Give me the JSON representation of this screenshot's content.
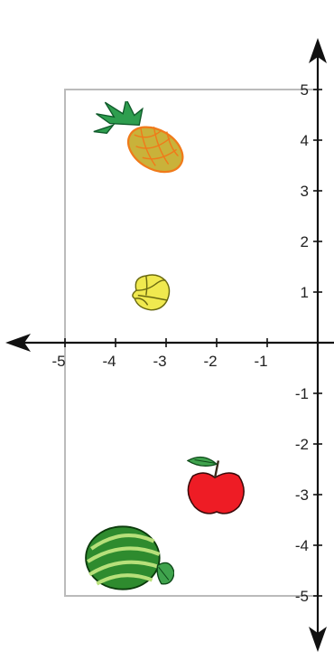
{
  "grid": {
    "x_range": [
      -5,
      0
    ],
    "y_range": [
      -5,
      5
    ],
    "frame_color": "#bbbbbb",
    "axis_color": "#111111"
  },
  "x_ticks": [
    {
      "value": -5,
      "label": "-5"
    },
    {
      "value": -4,
      "label": "-4"
    },
    {
      "value": -3,
      "label": "-3"
    },
    {
      "value": -2,
      "label": "-2"
    },
    {
      "value": -1,
      "label": "-1"
    }
  ],
  "y_ticks": [
    {
      "value": 5,
      "label": "5"
    },
    {
      "value": 4,
      "label": "4"
    },
    {
      "value": 3,
      "label": "3"
    },
    {
      "value": 2,
      "label": "2"
    },
    {
      "value": 1,
      "label": "1"
    },
    {
      "value": -1,
      "label": "-1"
    },
    {
      "value": -2,
      "label": "-2"
    },
    {
      "value": -3,
      "label": "-3"
    },
    {
      "value": -4,
      "label": "-4"
    },
    {
      "value": -5,
      "label": "-5"
    }
  ],
  "fruits": [
    {
      "icon": "pineapple-icon",
      "x": -3.5,
      "y": 4,
      "color": "#c9b23a"
    },
    {
      "icon": "starfruit-icon",
      "x": -3.3,
      "y": 1,
      "color": "#e9e24a"
    },
    {
      "icon": "apple-icon",
      "x": -2,
      "y": -2.75,
      "color": "#ee1c25"
    },
    {
      "icon": "watermelon-icon",
      "x": -3.75,
      "y": -4.25,
      "color": "#2e8b2e"
    }
  ]
}
